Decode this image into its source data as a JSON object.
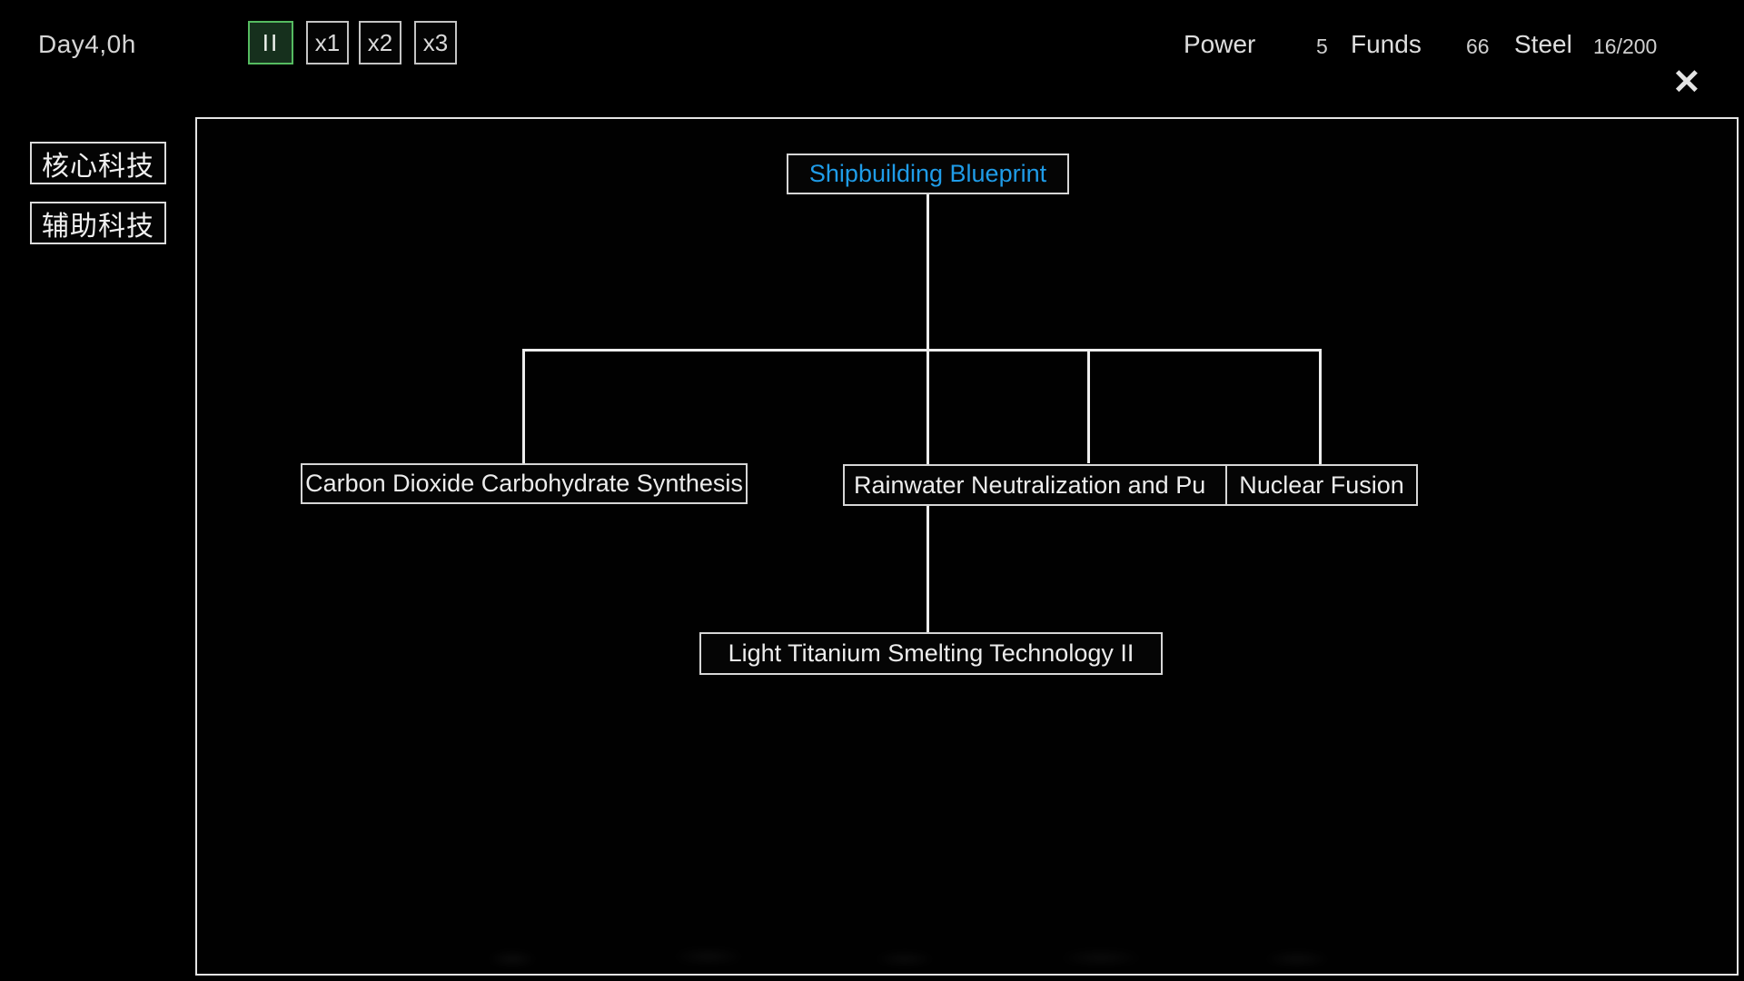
{
  "top_bar": {
    "day": "Day4,0h",
    "speed_controls": {
      "pause_label": "II",
      "x1_label": "x1",
      "x2_label": "x2",
      "x3_label": "x3",
      "active": "pause",
      "active_border_color": "#55bb60"
    },
    "resources": [
      {
        "label": "Power",
        "value": "5"
      },
      {
        "label": "Funds",
        "value": "66"
      },
      {
        "label": "Steel",
        "value": "16/200"
      }
    ],
    "close_glyph": "✕"
  },
  "sidebar": {
    "tabs": [
      {
        "label": "核心科技"
      },
      {
        "label": "辅助科技"
      }
    ]
  },
  "tech_tree": {
    "nodes": [
      {
        "id": "shipbuilding",
        "label": "Shipbuilding Blueprint",
        "text_color": "#1f9ce8",
        "state": "selected-root"
      },
      {
        "id": "carbon",
        "label": "Carbon Dioxide Carbohydrate Synthesis"
      },
      {
        "id": "rainwater",
        "label": "Rainwater Neutralization and Pu",
        "note": "text clipped by overlapping node"
      },
      {
        "id": "nuclear",
        "label": "Nuclear Fusion"
      },
      {
        "id": "titanium",
        "label": "Light Titanium Smelting Technology II"
      }
    ],
    "line_color": "#ededed",
    "border_color": "#d6d6d6",
    "background_color": "#000000"
  }
}
